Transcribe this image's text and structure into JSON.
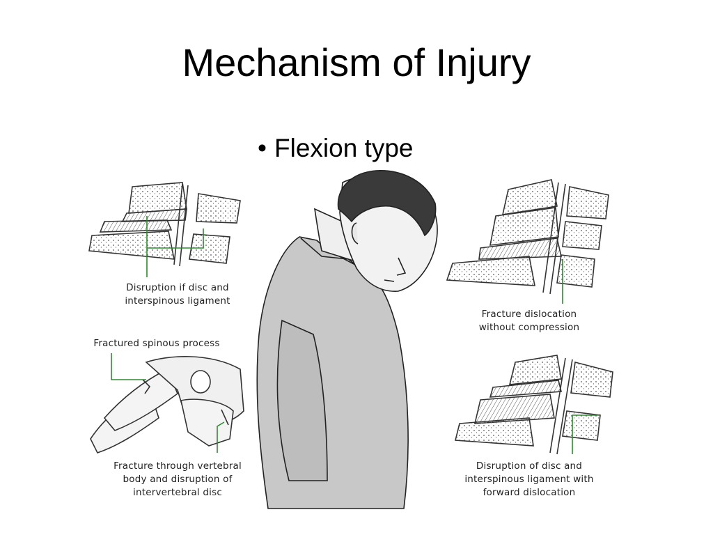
{
  "slide": {
    "title": "Mechanism of Injury",
    "bullets": [
      "Flexion type"
    ]
  },
  "diagram": {
    "labels": {
      "top_left": [
        "Disruption if disc and",
        "interspinous ligament"
      ],
      "mid_left": [
        "Fractured spinous process"
      ],
      "bottom_left": [
        "Fracture through vertebral",
        "body and disruption of",
        "intervertebral disc"
      ],
      "top_right": [
        "Fracture dislocation",
        "without compression"
      ],
      "bottom_right": [
        "Disruption of disc and",
        "interspinous ligament with",
        "forward dislocation"
      ]
    },
    "colors": {
      "leader_line": "#2e8b2e",
      "shirt": "#c8c8c8",
      "hair": "#3a3a3a",
      "bone_outline": "#333333"
    }
  }
}
